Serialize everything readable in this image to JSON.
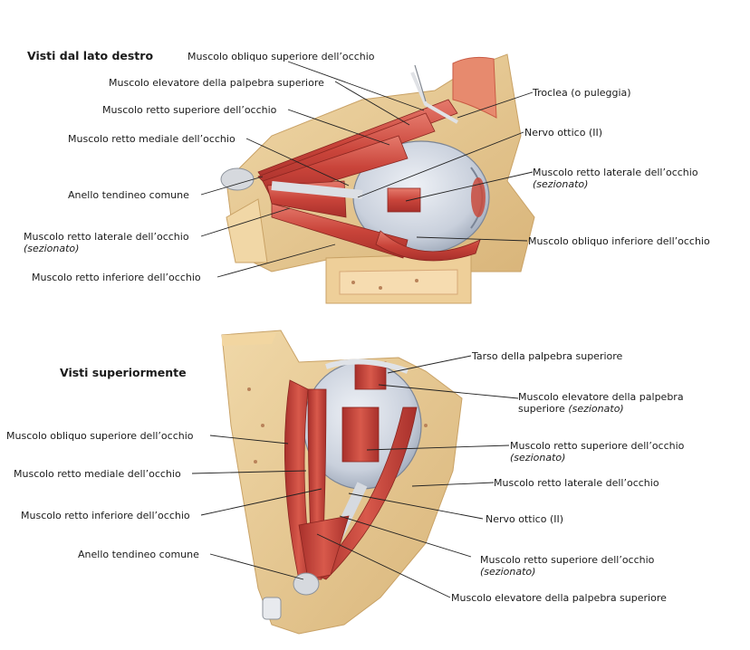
{
  "top": {
    "heading": "Visti dal lato destro",
    "labels": {
      "obliquo_superiore": "Muscolo obliquo superiore dell’occhio",
      "elevatore": "Muscolo elevatore della palpebra superiore",
      "retto_superiore": "Muscolo retto superiore dell’occhio",
      "retto_mediale": "Muscolo retto mediale dell’occhio",
      "anello": "Anello tendineo comune",
      "retto_laterale_left": "Muscolo retto laterale dell’occhio",
      "retto_laterale_left_note": "(sezionato)",
      "retto_inferiore": "Muscolo retto inferiore dell’occhio",
      "troclea": "Troclea (o puleggia)",
      "nervo_ottico": "Nervo ottico (II)",
      "retto_laterale_right": "Muscolo retto laterale dell’occhio",
      "retto_laterale_right_note": "(sezionato)",
      "obliquo_inferiore": "Muscolo obliquo inferiore dell’occhio"
    }
  },
  "bottom": {
    "heading": "Visti superiormente",
    "labels": {
      "obliquo_superiore": "Muscolo obliquo superiore dell’occhio",
      "retto_mediale": "Muscolo retto mediale dell’occhio",
      "retto_inferiore": "Muscolo retto inferiore dell’occhio",
      "anello": "Anello tendineo comune",
      "tarso": "Tarso della palpebra superiore",
      "elevatore_sez_line1": "Muscolo elevatore della palpebra",
      "elevatore_sez_line2": "superiore",
      "elevatore_sez_note": "(sezionato)",
      "retto_superiore_sez": "Muscolo retto superiore dell’occhio",
      "retto_superiore_sez_note": "(sezionato)",
      "retto_laterale": "Muscolo retto laterale dell’occhio",
      "nervo_ottico": "Nervo ottico (II)",
      "retto_superiore_sez2": "Muscolo retto superiore dell’occhio",
      "retto_superiore_sez2_note": "(sezionato)",
      "elevatore": "Muscolo elevatore della palpebra superiore"
    }
  }
}
